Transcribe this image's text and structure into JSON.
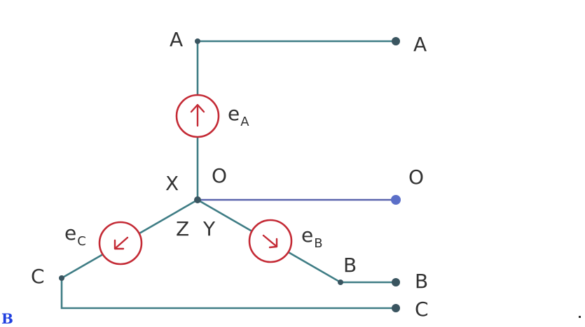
{
  "diagram": {
    "phases": [
      {
        "id": "A",
        "terminal_label": "A",
        "source_label": "e",
        "source_sub": "A"
      },
      {
        "id": "B",
        "terminal_label": "B",
        "source_label": "e",
        "source_sub": "B"
      },
      {
        "id": "C",
        "terminal_label": "C",
        "source_label": "e",
        "source_sub": "C"
      }
    ],
    "neutral_label": "O",
    "neutral_terminal_label": "O",
    "node_labels": {
      "phase_a_start": "A",
      "phase_a_end": "X",
      "phase_b_end": "Y",
      "phase_c_end": "Z",
      "phase_b_start": "B",
      "phase_c_start": "C"
    },
    "corner_text": "B",
    "colors": {
      "wire": "#3f7d85",
      "neutral_wire": "#5b64ad",
      "source": "#c42a35",
      "terminal_dot": "#3a5560",
      "neutral_dot": "#5b6fc8",
      "corner_text": "#1f3fe0"
    }
  }
}
